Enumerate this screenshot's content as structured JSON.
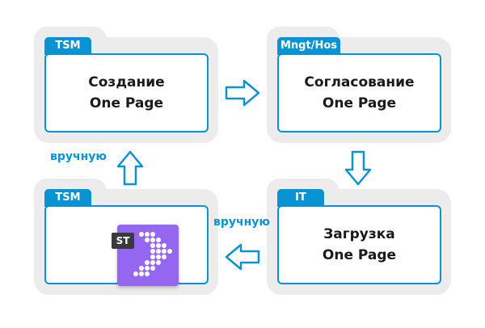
{
  "cards": [
    {
      "tab": "TSM",
      "line1": "Создание",
      "line2": "One Page"
    },
    {
      "tab": "Mngt/Hos",
      "line1": "Согласование",
      "line2": "One Page"
    },
    {
      "tab": "IT",
      "line1": "Загрузка",
      "line2": "One Page"
    },
    {
      "tab": "TSM",
      "icon_badge": "ST"
    }
  ],
  "labels": {
    "manual_left": "вручную",
    "manual_bottom": "вручную"
  },
  "colors": {
    "accent": "#0a93d2",
    "card_bg": "#ececec",
    "icon_bg": "#9566f0"
  }
}
